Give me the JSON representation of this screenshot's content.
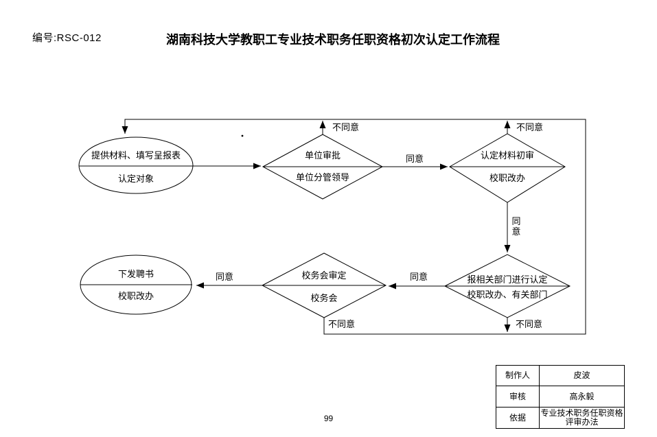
{
  "header": {
    "doc_number": "编号:RSC-012",
    "title": "湖南科技大学教职工专业技术职务任职资格初次认定工作流程"
  },
  "flowchart": {
    "nodes": {
      "start": {
        "line1": "提供材料、填写呈报表",
        "line2": "认定对象"
      },
      "unit_approval": {
        "line1": "单位审批",
        "line2": "单位分管领导"
      },
      "material_review": {
        "line1": "认定材料初审",
        "line2": "校职改办"
      },
      "dept_determination": {
        "line1": "报相关部门进行认定",
        "line2": "校职改办、有关部门"
      },
      "council_approval": {
        "line1": "校务会审定",
        "line2": "校务会"
      },
      "issue_letter": {
        "line1": "下发聘书",
        "line2": "校职改办"
      }
    },
    "edge_labels": {
      "agree": "同意",
      "disagree": "不同意",
      "agree_vertical": [
        "同",
        "意"
      ]
    }
  },
  "footer_table": {
    "rows": [
      {
        "label": "制作人",
        "value": "皮波"
      },
      {
        "label": "审核",
        "value": "高永毅"
      },
      {
        "label": "依据",
        "value": "专业技术职务任职资格评审办法"
      }
    ]
  },
  "page_number": "99"
}
